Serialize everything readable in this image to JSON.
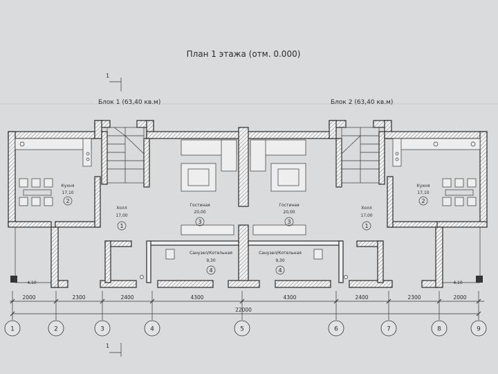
{
  "title": "План 1 этажа (отм. 0.000)",
  "section_mark": "1",
  "blocks": [
    {
      "label": "Блок 1 (63,40 кв.м)"
    },
    {
      "label": "Блок 2 (63,40 кв.м)"
    }
  ],
  "rooms": {
    "kitchen": {
      "name": "Кухня",
      "area": "17,10",
      "number": "2"
    },
    "hall": {
      "name": "Холл",
      "area": "17,00",
      "number": "1"
    },
    "living": {
      "name": "Гостиная",
      "area": "20,00",
      "number": "3"
    },
    "bath": {
      "name": "Санузел/Котельная",
      "area": "9,30",
      "number": "4"
    },
    "porch": {
      "area": "4,10"
    }
  },
  "dimensions": {
    "segments": [
      "2000",
      "2300",
      "2400",
      "4300",
      "4300",
      "2400",
      "2300",
      "2000"
    ],
    "total": "22000"
  },
  "axes": [
    "1",
    "2",
    "3",
    "4",
    "5",
    "6",
    "7",
    "8",
    "9"
  ]
}
